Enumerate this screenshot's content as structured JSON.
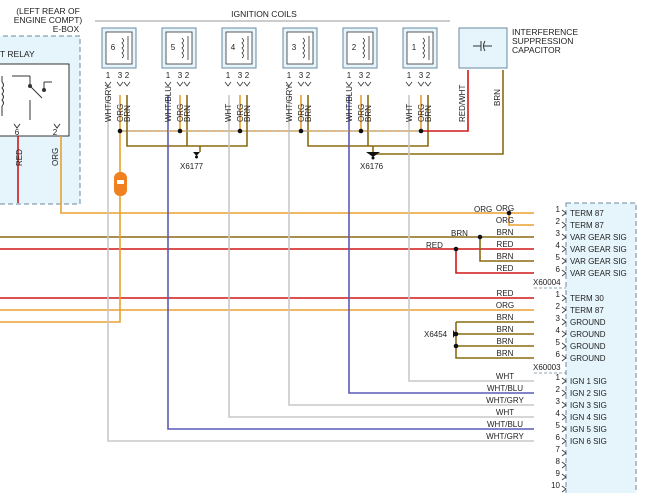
{
  "title_ebox": [
    "(LEFT REAR OF",
    "ENGINE COMPT)",
    "E-BOX"
  ],
  "relay_label": "T RELAY",
  "relay_pins": [
    "6",
    "2"
  ],
  "relay_wires": [
    "RED",
    "ORG"
  ],
  "ignition_title": "IGNITION COILS",
  "coils": [
    {
      "num": "6",
      "pins": [
        "1",
        "3",
        "2"
      ],
      "wires": [
        "WHT/GRY",
        "ORG",
        "BRN"
      ]
    },
    {
      "num": "5",
      "pins": [
        "1",
        "3",
        "2"
      ],
      "wires": [
        "WHT/BLU",
        "ORG",
        "BRN"
      ]
    },
    {
      "num": "4",
      "pins": [
        "1",
        "3",
        "2"
      ],
      "wires": [
        "WHT",
        "ORG",
        "BRN"
      ]
    },
    {
      "num": "3",
      "pins": [
        "1",
        "3",
        "2"
      ],
      "wires": [
        "WHT/GRY",
        "ORG",
        "BRN"
      ]
    },
    {
      "num": "2",
      "pins": [
        "1",
        "3",
        "2"
      ],
      "wires": [
        "WHT/BLU",
        "ORG",
        "BRN"
      ]
    },
    {
      "num": "1",
      "pins": [
        "1",
        "3",
        "2"
      ],
      "wires": [
        "WHT",
        "ORG",
        "BRN"
      ]
    }
  ],
  "capacitor_label": [
    "INTERFERENCE",
    "SUPPRESSION",
    "CAPACITOR"
  ],
  "capacitor_wires": [
    "RED/WHT",
    "BRN"
  ],
  "grounds": [
    "X6177",
    "X6176"
  ],
  "splice_labels": [
    "ORG",
    "BRN",
    "RED"
  ],
  "connector_ids": [
    "X60004",
    "X60003"
  ],
  "x6454": "X6454",
  "module_rows": [
    {
      "pin": "1",
      "wire": "ORG",
      "func": "TERM 87"
    },
    {
      "pin": "2",
      "wire": "ORG",
      "func": "TERM 87"
    },
    {
      "pin": "3",
      "wire": "BRN",
      "func": "VAR GEAR SIG"
    },
    {
      "pin": "4",
      "wire": "RED",
      "func": "VAR GEAR SIG"
    },
    {
      "pin": "5",
      "wire": "BRN",
      "func": "VAR GEAR SIG"
    },
    {
      "pin": "6",
      "wire": "RED",
      "func": "VAR GEAR SIG"
    },
    {
      "pin": "1",
      "wire": "RED",
      "func": "TERM 30"
    },
    {
      "pin": "2",
      "wire": "ORG",
      "func": "TERM 87"
    },
    {
      "pin": "3",
      "wire": "BRN",
      "func": "GROUND"
    },
    {
      "pin": "4",
      "wire": "BRN",
      "func": "GROUND"
    },
    {
      "pin": "5",
      "wire": "BRN",
      "func": "GROUND"
    },
    {
      "pin": "6",
      "wire": "BRN",
      "func": "GROUND"
    },
    {
      "pin": "1",
      "wire": "WHT",
      "func": "IGN 1 SIG"
    },
    {
      "pin": "2",
      "wire": "WHT/BLU",
      "func": "IGN 2 SIG"
    },
    {
      "pin": "3",
      "wire": "WHT/GRY",
      "func": "IGN 3 SIG"
    },
    {
      "pin": "4",
      "wire": "WHT",
      "func": "IGN 4 SIG"
    },
    {
      "pin": "5",
      "wire": "WHT/BLU",
      "func": "IGN 5 SIG"
    },
    {
      "pin": "6",
      "wire": "WHT/GRY",
      "func": "IGN 6 SIG"
    },
    {
      "pin": "7",
      "wire": "",
      "func": ""
    },
    {
      "pin": "8",
      "wire": "",
      "func": ""
    },
    {
      "pin": "9",
      "wire": "",
      "func": ""
    },
    {
      "pin": "10",
      "wire": "",
      "func": ""
    }
  ],
  "colors": {
    "orange": "#e8a030",
    "brown": "#8a6a14",
    "red": "#d01818",
    "blue": "#5a5ab8",
    "gray": "#c8c8c8",
    "box_fill": "#e6f4fc",
    "box_border": "#6a8aa0"
  }
}
